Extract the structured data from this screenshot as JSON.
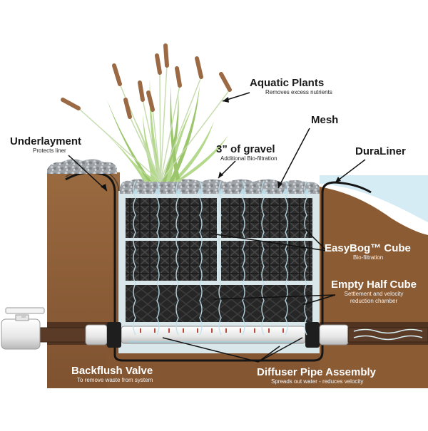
{
  "labels": {
    "aquatic_plants": {
      "title": "Aquatic Plants",
      "subtitle": "Removes excess nutrients"
    },
    "mesh": {
      "title": "Mesh"
    },
    "underlayment": {
      "title": "Underlayment",
      "subtitle": "Protects liner"
    },
    "gravel": {
      "title": "3” of gravel",
      "subtitle": "Additional Bio-filtration"
    },
    "duraliner": {
      "title": "DuraLiner"
    },
    "easybog_cube": {
      "title": "EasyBog™ Cube",
      "subtitle": "Bio-filtration"
    },
    "empty_half_cube": {
      "title": "Empty Half Cube",
      "subtitle_line1": "Settlement and velocity",
      "subtitle_line2": "reduction chamber"
    },
    "backflush_valve": {
      "title": "Backflush Valve",
      "subtitle": "To remove waste from system"
    },
    "diffuser_pipe": {
      "title": "Diffuser Pipe Assembly",
      "subtitle": "Spreads out water - reduces velocity"
    }
  },
  "colors": {
    "soil": "#8e5c35",
    "soil_dark": "#6e4525",
    "water": "#cfe8f2",
    "liner": "#1c1c1c",
    "gravel": "#a9adb2",
    "cube": "#2a2a2a",
    "pipe": "#f2f2f2",
    "plant": "#a9cf7c",
    "cattail": "#9b6a44"
  }
}
